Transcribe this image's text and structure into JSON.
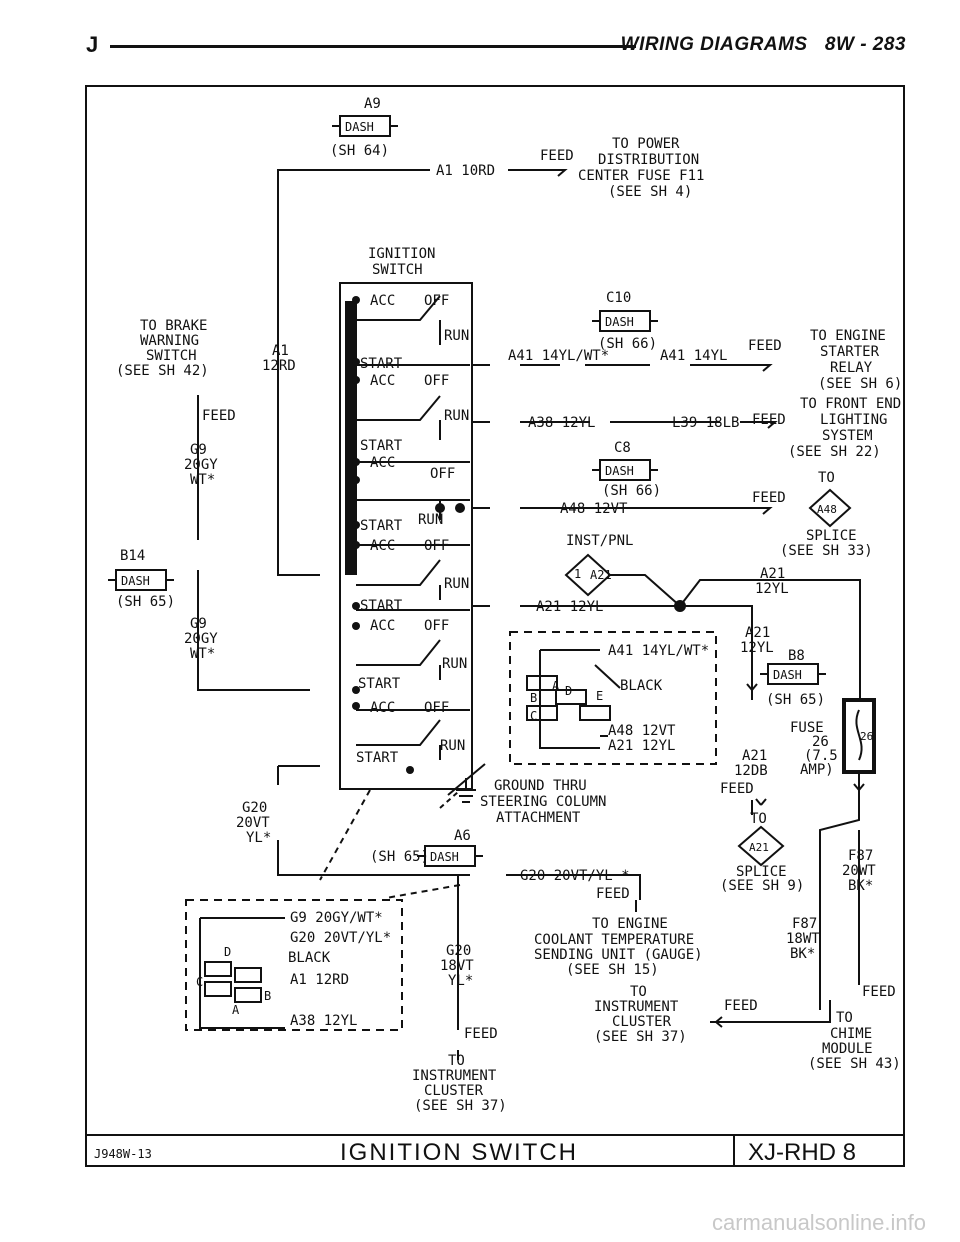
{
  "header": {
    "left": "J",
    "title": "WIRING DIAGRAMS   8W - 283"
  },
  "footer": {
    "code": "J948W-13",
    "title": "IGNITION SWITCH",
    "model": "XJ-RHD 8"
  },
  "watermark": "carmanualsonline.info",
  "labels": {
    "a9": "A9",
    "dash": "DASH",
    "sh64": "(SH 64)",
    "a1_10rd": "A1 10RD",
    "feed": "FEED",
    "to_power": "TO POWER",
    "distribution": "DISTRIBUTION",
    "center_fuse": "CENTER FUSE F11",
    "see_sh4": "(SEE SH 4)",
    "ignition": "IGNITION",
    "switch": "SWITCH",
    "acc": "ACC",
    "off": "OFF",
    "run": "RUN",
    "start": "START",
    "to_brake": "TO BRAKE",
    "warning": "WARNING",
    "switch2": "SWITCH",
    "see_sh42": "(SEE SH 42)",
    "a1": "A1",
    "12rd": "12RD",
    "g9": "G9",
    "20gy": "20GY",
    "wt": "WT*",
    "b14": "B14",
    "sh65": "(SH 65)",
    "c10": "C10",
    "sh66": "(SH 66)",
    "a41_14ylwt": "A41 14YL/WT*",
    "a41_14yl": "A41 14YL",
    "to_engine": "TO ENGINE",
    "starter": "STARTER",
    "relay": "RELAY",
    "see_sh6": "(SEE SH 6)",
    "to_front_end": "TO FRONT END",
    "lighting": "LIGHTING",
    "system": "SYSTEM",
    "see_sh22": "(SEE SH 22)",
    "a38_12yl": "A38 12YL",
    "l39_18lb": "L39 18LB",
    "c8": "C8",
    "a48_12vt": "A48 12VT",
    "to": "TO",
    "a48": "A48",
    "splice": "SPLICE",
    "see_sh33": "(SEE SH 33)",
    "inst_pnl": "INST/PNL",
    "c1": "1",
    "a21": "A21",
    "12yl": "12YL",
    "a21_12yl": "A21 12YL",
    "b8": "B8",
    "fuse": "FUSE",
    "26": "26",
    "7_5": "(7.5",
    "amp": "AMP)",
    "12db": "12DB",
    "black": "BLACK",
    "pa": "A",
    "pb": "B",
    "pc": "C",
    "pd": "D",
    "pe": "E",
    "ground_thru": "GROUND THRU",
    "steering_column": "STEERING COLUMN",
    "attachment": "ATTACHMENT",
    "g20": "G20",
    "20vt": "20VT",
    "yl": "YL*",
    "a6": "A6",
    "g20_20vtyl": "G20 20VT/YL *",
    "see_sh9": "(SEE SH 9)",
    "f87": "F87",
    "20wt": "20WT",
    "bk": "BK*",
    "18wt": "18WT",
    "g9_20gywt": "G9 20GY/WT*",
    "g20_20vtyl2": "G20 20VT/YL*",
    "a1_12rd": "A1 12RD",
    "18vt": "18VT",
    "coolant": "COOLANT TEMPERATURE",
    "sending": "SENDING UNIT (GAUGE)",
    "see_sh15": "(SEE SH 15)",
    "instrument": "INSTRUMENT",
    "cluster": "CLUSTER",
    "see_sh37": "(SEE SH 37)",
    "chime": "CHIME",
    "module": "MODULE",
    "see_sh43": "(SEE SH 43)"
  }
}
